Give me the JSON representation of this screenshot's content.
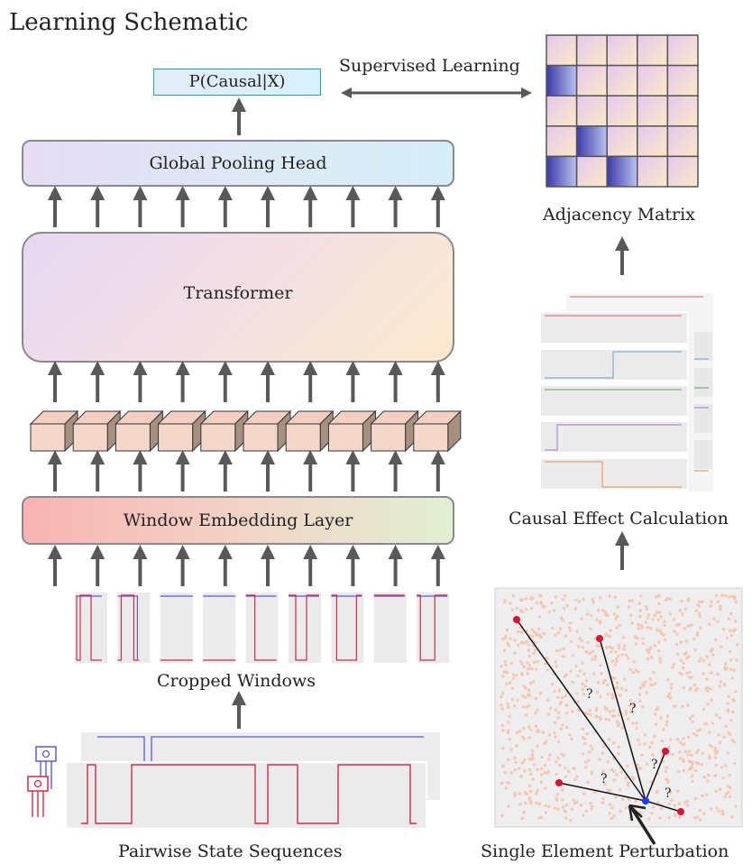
{
  "diagram": {
    "title": "Learning Schematic",
    "output_label": "P(Causal|X)",
    "supervised_label": "Supervised Learning",
    "adjacency_label": "Adjacency Matrix",
    "pooling_label": "Global Pooling Head",
    "transformer_label": "Transformer",
    "embedding_label": "Window Embedding Layer",
    "cropped_label": "Cropped Windows",
    "pairwise_label": "Pairwise State Sequences",
    "causal_effect_label": "Causal Effect Calculation",
    "perturbation_label": "Single Element Perturbation",
    "unknown_edge_mark": "?"
  },
  "colors": {
    "arrow": "#595959",
    "signal_a": "#d42a4a",
    "signal_b": "#5a5ad8",
    "matrix_dark": "#3c3aa8",
    "matrix_light": "#f8e6c8",
    "node": "#dd1133",
    "target_node": "#1a3cff",
    "dots": "#f6c6b0"
  },
  "adjacency_matrix": [
    [
      0,
      0,
      0,
      0,
      0
    ],
    [
      1,
      0,
      0,
      0,
      0
    ],
    [
      0,
      0,
      0,
      0,
      0
    ],
    [
      0,
      1,
      0,
      0,
      0
    ],
    [
      1,
      0,
      1,
      0,
      0
    ]
  ]
}
